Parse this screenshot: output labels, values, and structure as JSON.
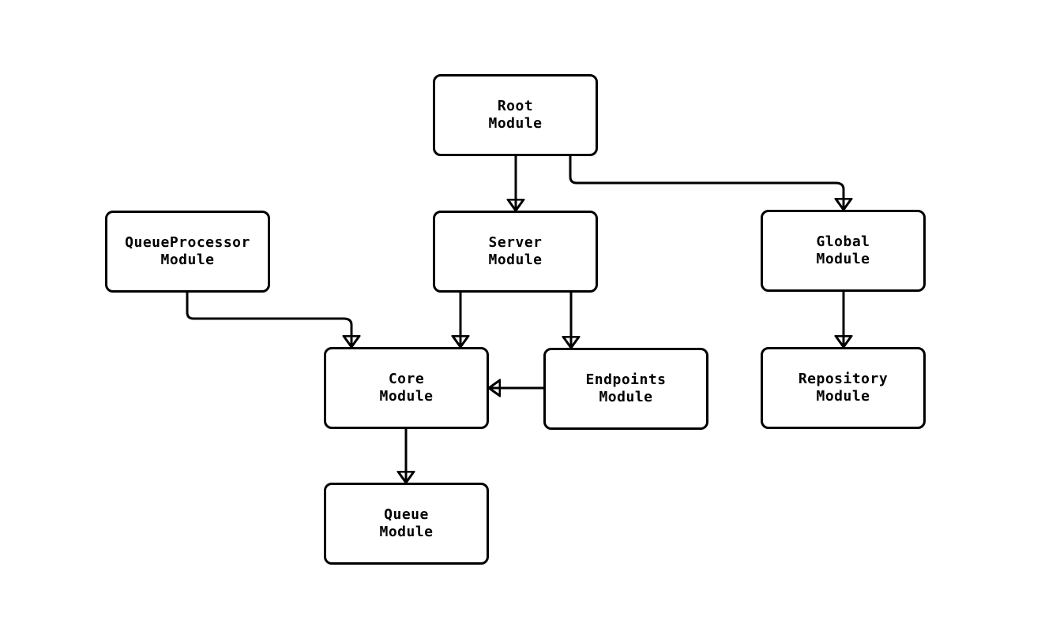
{
  "diagram": {
    "type": "module-dependency-flowchart",
    "background_color": "#ffffff",
    "node_fill_color": "#ffffff",
    "node_border_color": "#000000",
    "text_color": "#000000",
    "arrow_color": "#000000"
  },
  "nodes": {
    "root": {
      "label": "Root\nModule"
    },
    "queueprocessor": {
      "label": "QueueProcessor\nModule"
    },
    "server": {
      "label": "Server\nModule"
    },
    "global": {
      "label": "Global\nModule"
    },
    "core": {
      "label": "Core\nModule"
    },
    "endpoints": {
      "label": "Endpoints\nModule"
    },
    "repository": {
      "label": "Repository\nModule"
    },
    "queue": {
      "label": "Queue\nModule"
    }
  },
  "edges": [
    {
      "from": "Root Module",
      "to": "Server Module"
    },
    {
      "from": "Root Module",
      "to": "Global Module"
    },
    {
      "from": "QueueProcessor Module",
      "to": "Core Module"
    },
    {
      "from": "Server Module",
      "to": "Core Module"
    },
    {
      "from": "Server Module",
      "to": "Endpoints Module"
    },
    {
      "from": "Endpoints Module",
      "to": "Core Module"
    },
    {
      "from": "Global Module",
      "to": "Repository Module"
    },
    {
      "from": "Core Module",
      "to": "Queue Module"
    }
  ]
}
